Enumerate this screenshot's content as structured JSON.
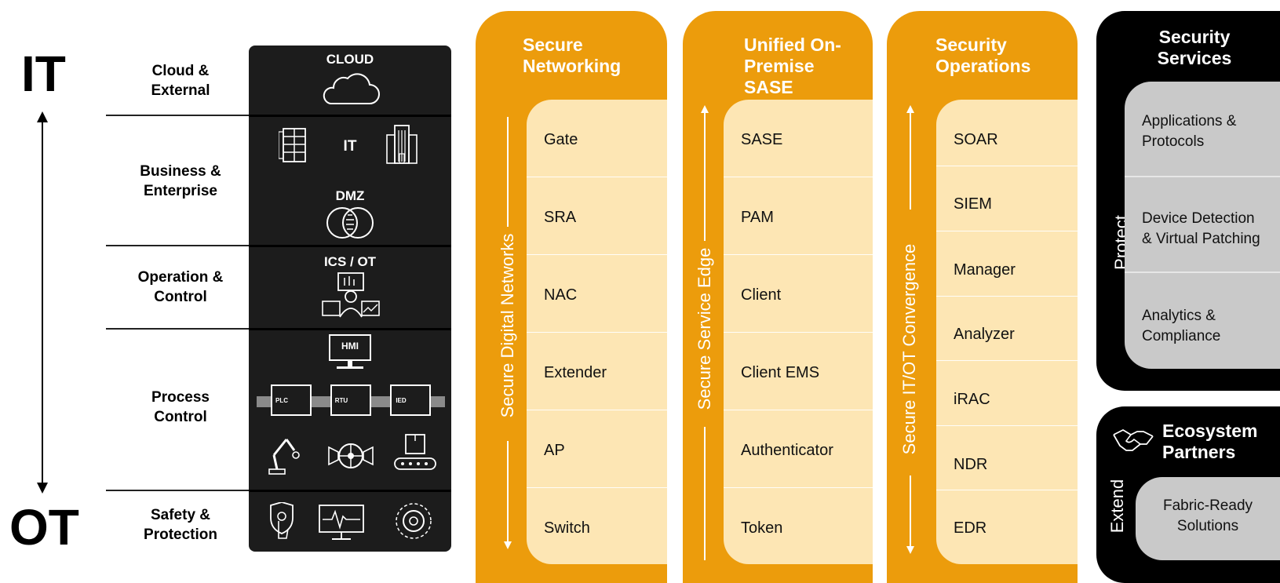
{
  "axis": {
    "top": "IT",
    "bottom": "OT"
  },
  "layers": [
    {
      "label": "Cloud &\nExternal"
    },
    {
      "label": "Business &\nEnterprise"
    },
    {
      "label": "Operation &\nControl"
    },
    {
      "label": "Process\nControl"
    },
    {
      "label": "Safety &\nProtection"
    }
  ],
  "zones": {
    "cloud": "CLOUD",
    "it": "IT",
    "dmz": "DMZ",
    "ics": "ICS / OT",
    "hmi": "HMI",
    "plc": "PLC",
    "rtu": "RTU",
    "ied": "IED"
  },
  "columns": [
    {
      "title": "Secure\nNetworking",
      "side_label": "Secure Digital Networks",
      "arrow": "down",
      "items": [
        "Gate",
        "SRA",
        "NAC",
        "Extender",
        "AP",
        "Switch"
      ]
    },
    {
      "title": "Unified On-\nPremise\nSASE",
      "side_label": "Secure Service Edge",
      "arrow": "up",
      "items": [
        "SASE",
        "PAM",
        "Client",
        "Client EMS",
        "Authenticator",
        "Token"
      ]
    },
    {
      "title": "Security\nOperations",
      "side_label": "Secure IT/OT Convergence",
      "arrow": "both",
      "items": [
        "SOAR",
        "SIEM",
        "Manager",
        "Analyzer",
        "iRAC",
        "NDR",
        "EDR"
      ]
    }
  ],
  "security_services": {
    "title": "Security\nServices",
    "side_label": "Protect",
    "items": [
      "Applications &\nProtocols",
      "Device Detection\n& Virtual Patching",
      "Analytics &\nCompliance"
    ]
  },
  "ecosystem": {
    "title": "Ecosystem\nPartners",
    "side_label": "Extend",
    "items": [
      "Fabric-Ready\nSolutions"
    ]
  },
  "colors": {
    "orange": "#ec9c0c",
    "light_orange": "#fde6b4",
    "dark_panel": "#1c1c1c",
    "grey": "#c9c9c9"
  }
}
